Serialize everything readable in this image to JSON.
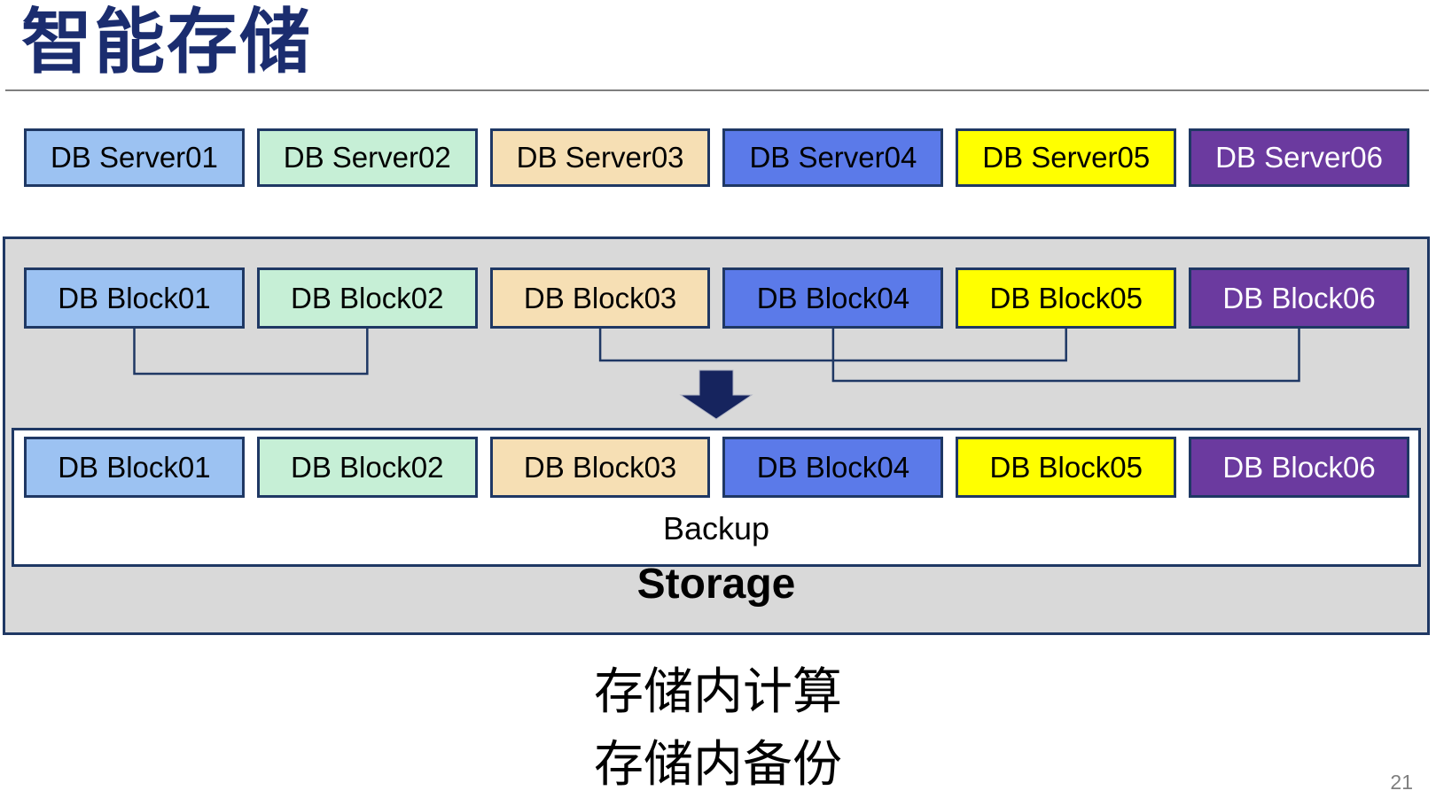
{
  "slide": {
    "title": "智能存储",
    "page_number": "21",
    "caption_lines": [
      "存储内计算",
      "存储内备份"
    ]
  },
  "servers": [
    {
      "label": "DB Server01",
      "fill": "#9cc2f2",
      "text": "#000000"
    },
    {
      "label": "DB Server02",
      "fill": "#c6efd6",
      "text": "#000000"
    },
    {
      "label": "DB Server03",
      "fill": "#f6dfb4",
      "text": "#000000"
    },
    {
      "label": "DB Server04",
      "fill": "#5b7ae9",
      "text": "#000000"
    },
    {
      "label": "DB Server05",
      "fill": "#ffff00",
      "text": "#000000"
    },
    {
      "label": "DB Server06",
      "fill": "#6b3a9f",
      "text": "#ffffff"
    }
  ],
  "blocks_top": [
    {
      "label": "DB Block01",
      "fill": "#9cc2f2",
      "text": "#000000"
    },
    {
      "label": "DB Block02",
      "fill": "#c6efd6",
      "text": "#000000"
    },
    {
      "label": "DB Block03",
      "fill": "#f6dfb4",
      "text": "#000000"
    },
    {
      "label": "DB Block04",
      "fill": "#5b7ae9",
      "text": "#000000"
    },
    {
      "label": "DB Block05",
      "fill": "#ffff00",
      "text": "#000000"
    },
    {
      "label": "DB Block06",
      "fill": "#6b3a9f",
      "text": "#ffffff"
    }
  ],
  "blocks_bottom": [
    {
      "label": "DB Block01",
      "fill": "#9cc2f2",
      "text": "#000000"
    },
    {
      "label": "DB Block02",
      "fill": "#c6efd6",
      "text": "#000000"
    },
    {
      "label": "DB Block03",
      "fill": "#f6dfb4",
      "text": "#000000"
    },
    {
      "label": "DB Block04",
      "fill": "#5b7ae9",
      "text": "#000000"
    },
    {
      "label": "DB Block05",
      "fill": "#ffff00",
      "text": "#000000"
    },
    {
      "label": "DB Block06",
      "fill": "#6b3a9f",
      "text": "#ffffff"
    }
  ],
  "storage": {
    "backup_label": "Backup",
    "storage_label": "Storage"
  },
  "connections": [
    [
      "DB Block01",
      "DB Block02"
    ],
    [
      "DB Block03",
      "DB Block05"
    ],
    [
      "DB Block04",
      "DB Block06"
    ]
  ],
  "colors": {
    "title": "#1b2d6f",
    "box_border": "#1f3864",
    "container_fill": "#d9d9d9",
    "connector": "#1f3864",
    "arrow": "#16245e",
    "divider": "#7f7f7f",
    "page_number": "#7f7f7f"
  }
}
